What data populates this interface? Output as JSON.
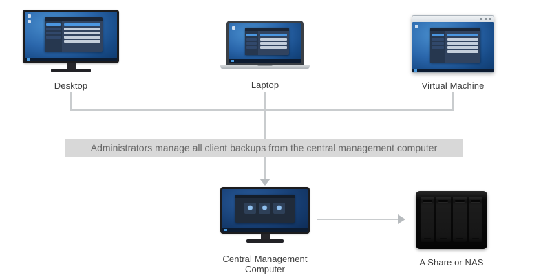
{
  "diagram": {
    "banner": {
      "text": "Administrators manage all client backups from the central management computer"
    },
    "nodes": {
      "desktop": {
        "label": "Desktop"
      },
      "laptop": {
        "label": "Laptop"
      },
      "virtual_machine": {
        "label": "Virtual Machine"
      },
      "central_management": {
        "label": "Central Management Computer"
      },
      "nas": {
        "label": "A Share or NAS"
      }
    },
    "colors": {
      "screen_blue": "#2a66ab",
      "banner_bg": "#d8d8d8",
      "banner_text": "#666666",
      "connector": "#c9ccce",
      "arrow": "#b7bbbe"
    }
  }
}
